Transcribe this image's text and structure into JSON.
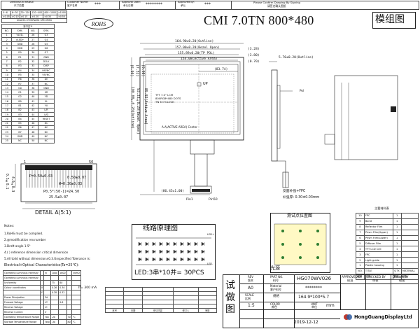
{
  "header": {
    "dim_range_label": "DIMENSION RANGE",
    "dim_range_sub": "尺寸范围",
    "customer_label": "Customer Name:",
    "customer_sub": "客户名称",
    "customer_value": "***",
    "approval_label": "Approval Date:",
    "approval_sub": "承认日期",
    "approval_value": "********",
    "approved_label": "Approved by:",
    "approved_sub": "承认",
    "approved_value": "***",
    "confirm_label": "Please Confirm Drawing By Signing",
    "confirm_sub": "请签名确认图纸",
    "rohs": "ROHS",
    "title": "CMI 7.0TN 800*480",
    "title_cn": "模组图"
  },
  "tolerance": {
    "rows": [
      [
        "0~6",
        "6~30",
        "30~120",
        "120~400",
        "400~1000",
        ">1000"
      ],
      [
        "±0.05",
        "±0.10",
        "±0.15",
        "±0.20",
        "±0.30",
        "±0.50"
      ]
    ],
    "note": "UNLESS OTHERWISE SPECIFIED"
  },
  "pin_table": {
    "title": "接口定义",
    "headers": [
      "NO.",
      "SYM.",
      "NO.",
      "SYM."
    ],
    "rows": [
      [
        "1",
        "VLED-",
        "26",
        "G3"
      ],
      [
        "2",
        "VLED+",
        "27",
        "G4"
      ],
      [
        "3",
        "GND",
        "28",
        "G5"
      ],
      [
        "4",
        "VDD",
        "29",
        "G6"
      ],
      [
        "5",
        "R0",
        "30",
        "G7"
      ],
      [
        "6",
        "R1",
        "31",
        "GND"
      ],
      [
        "7",
        "R2",
        "32",
        "DCLK"
      ],
      [
        "8",
        "R3",
        "33",
        "DISP"
      ],
      [
        "9",
        "R4",
        "34",
        "HSYNC"
      ],
      [
        "10",
        "R5",
        "35",
        "VSYNC"
      ],
      [
        "11",
        "R6",
        "36",
        "DE"
      ],
      [
        "12",
        "R7",
        "37",
        "NC"
      ],
      [
        "13",
        "G0",
        "38",
        "GND"
      ],
      [
        "14",
        "G1",
        "39",
        "XR"
      ],
      [
        "15",
        "G2",
        "40",
        "YD"
      ],
      [
        "16",
        "B0",
        "41",
        "XL"
      ],
      [
        "17",
        "B1",
        "42",
        "YU"
      ],
      [
        "18",
        "B2",
        "43",
        "L/R"
      ],
      [
        "19",
        "B3",
        "44",
        "U/D"
      ],
      [
        "20",
        "B4",
        "45",
        "RESET"
      ],
      [
        "21",
        "B5",
        "46",
        "NC"
      ],
      [
        "22",
        "B6",
        "47",
        "NC"
      ],
      [
        "23",
        "B7",
        "48",
        "NC"
      ],
      [
        "24",
        "GND",
        "49",
        "NC"
      ],
      [
        "25",
        "NC",
        "50",
        "NC"
      ]
    ]
  },
  "detail": {
    "pin1": "1",
    "pin50": "50",
    "d1": "P=0.50±0.03",
    "d2": "0.50±0.07",
    "d3": "W=0.30±0.03",
    "d4": "P0.5*(50-1)=24.50",
    "d5": "25.5±0.07",
    "d6": "0.5±0.1",
    "d7": "4.0±0.3",
    "label": "DETAIL A(5:1)"
  },
  "notes": {
    "title": "Notes:",
    "lines": [
      "1.RoHS must be complied.",
      "2.@modification rev.number",
      "3.Draft angle 1.5°",
      "4.( ) reference dimension  critical dimension",
      "5.All tolid without dimension±0.3.Unspecified Tolerance is:"
    ]
  },
  "specs": {
    "title": "Electrical+Optical Characteristics(Ta=25°C):",
    "rows": [
      [
        "Operating Luminous Intensity",
        "",
        "Iv",
        "1000",
        "1800",
        "",
        "cd/m2"
      ],
      [
        "Operating Luminous Intensity",
        "",
        "",
        "",
        "",
        "",
        ""
      ],
      [
        "Uniformity",
        "",
        "",
        "75",
        "80",
        "",
        ""
      ],
      [
        "Colour coordinates",
        "X",
        "",
        "0.26",
        "0.30",
        "",
        ""
      ],
      [
        "",
        "Y",
        "",
        "0.28",
        "0.32",
        "",
        ""
      ],
      [
        "Power Dissipation",
        "",
        "Pd",
        "",
        "",
        "",
        ""
      ],
      [
        "Forward Voltage",
        "",
        "Vf",
        "",
        "9.6",
        "",
        ""
      ],
      [
        "Reverse Voltage",
        "",
        "Vr",
        "",
        "",
        "",
        ""
      ],
      [
        "Reverse Current",
        "",
        "Ir",
        "",
        "",
        "",
        ""
      ],
      [
        "Operating Temperature Range",
        "",
        "Top",
        "-20",
        "",
        "70",
        "°C"
      ],
      [
        "Storage Temperature Range",
        "",
        "Tstg",
        "-30",
        "",
        "80",
        "°C"
      ]
    ],
    "if_note": "If= 300 mA"
  },
  "drawing": {
    "dim_outline": "164.90±0.20(Outline)",
    "dim_bezel": "157.00±0.20(Bezel Open)",
    "dim_pol": "155.89±0.20(TP POL)",
    "dim_active": "154.08(Active Area)",
    "dim_half": "(83.74)",
    "dim_s1": "(3.28)",
    "dim_s2": "(3.80)",
    "dim_s3": "(0.70)",
    "dim_v1": "100.00±0.20(Outline)",
    "dim_v2": "85.92(Active Area)",
    "dim_v3": "93.33±0.20(Bezel Open)",
    "dim_v4": "(6.90)",
    "dim_v5": "(7.32)",
    "dim_v6": "(9.98)",
    "dim_fpc": "(86.45±1.00)",
    "panel_text": "TFT 7.0\" LCM\n800RGB*480 DOTS\nTN 6 O'CLOCK",
    "aa_label": "A.A(ACTIVE AREA) Center",
    "up_label": "UP",
    "pin1_label": "Pin1",
    "pin50_label": "Pin50",
    "side_thk": "5.70±0.20(Outline)",
    "side_pol": "Pol",
    "side_note1": "反面补强+FPC",
    "side_note2": "补强厚: 0.30±0.03mm",
    "side_label": "SIDE VIEW"
  },
  "circuit": {
    "title": "线路原理图",
    "plus": "LED+",
    "minus": "LED-",
    "label": "LED:3串*10并= 30PCS"
  },
  "test": {
    "title": "测试点位置图",
    "caption": "光源"
  },
  "parts": {
    "headers": [
      "",
      "主要材料表",
      "",
      ""
    ],
    "rows": [
      [
        "10",
        "FPC",
        "1",
        ""
      ],
      [
        "9",
        "Bond",
        "1",
        ""
      ],
      [
        "8",
        "Reflector Film",
        "1",
        ""
      ],
      [
        "7",
        "Prism Film(Upper)",
        "1",
        ""
      ],
      [
        "6",
        "Prism Film(Lower)",
        "1",
        ""
      ],
      [
        "5",
        "Diffuser Film",
        "1",
        ""
      ],
      [
        "4",
        "TFT LCD Cell",
        "1",
        ""
      ],
      [
        "3",
        "FPC",
        "1",
        ""
      ],
      [
        "2",
        "Light guide",
        "1",
        ""
      ],
      [
        "1",
        "Plastic housing",
        "1",
        ""
      ],
      [
        "NO.",
        "TITLE",
        "QTY.",
        "MATERIAL"
      ]
    ],
    "cols": [
      "编号",
      "名称",
      "数量",
      "材料"
    ]
  },
  "title_block": {
    "side_char": "试做图",
    "rev_label": "REV",
    "rev_sub": "版本",
    "rev_val": "A0",
    "part_label": "PART NO.",
    "part_sub": "料号",
    "part_val": "HG070WV026",
    "scale_label": "SCALE",
    "scale_sub": "比例",
    "scale_val": "1:5",
    "material_label": "Material",
    "material_sub": "客户料号",
    "material_val": "********",
    "size_label": "规格",
    "size_val": "164.9*100*5.7",
    "color_label": "COLOR",
    "color_sub": "颜色",
    "color_val": "",
    "unit_label": "UNIT",
    "unit_sub": "单位",
    "unit_val": "mm",
    "date_val": "2019-12-12",
    "approved_label": "APPROVED BY",
    "approved_sub": "核准",
    "checked_label": "CHECKED BY",
    "checked_sub": "审核",
    "drawn_label": "DRAWN BY",
    "drawn_sub": "绘图",
    "company": "HongGuangDisplayLtd",
    "rev_hist_headers": [
      "序号",
      "日期",
      "修订内容",
      "修订人",
      "审核"
    ]
  }
}
